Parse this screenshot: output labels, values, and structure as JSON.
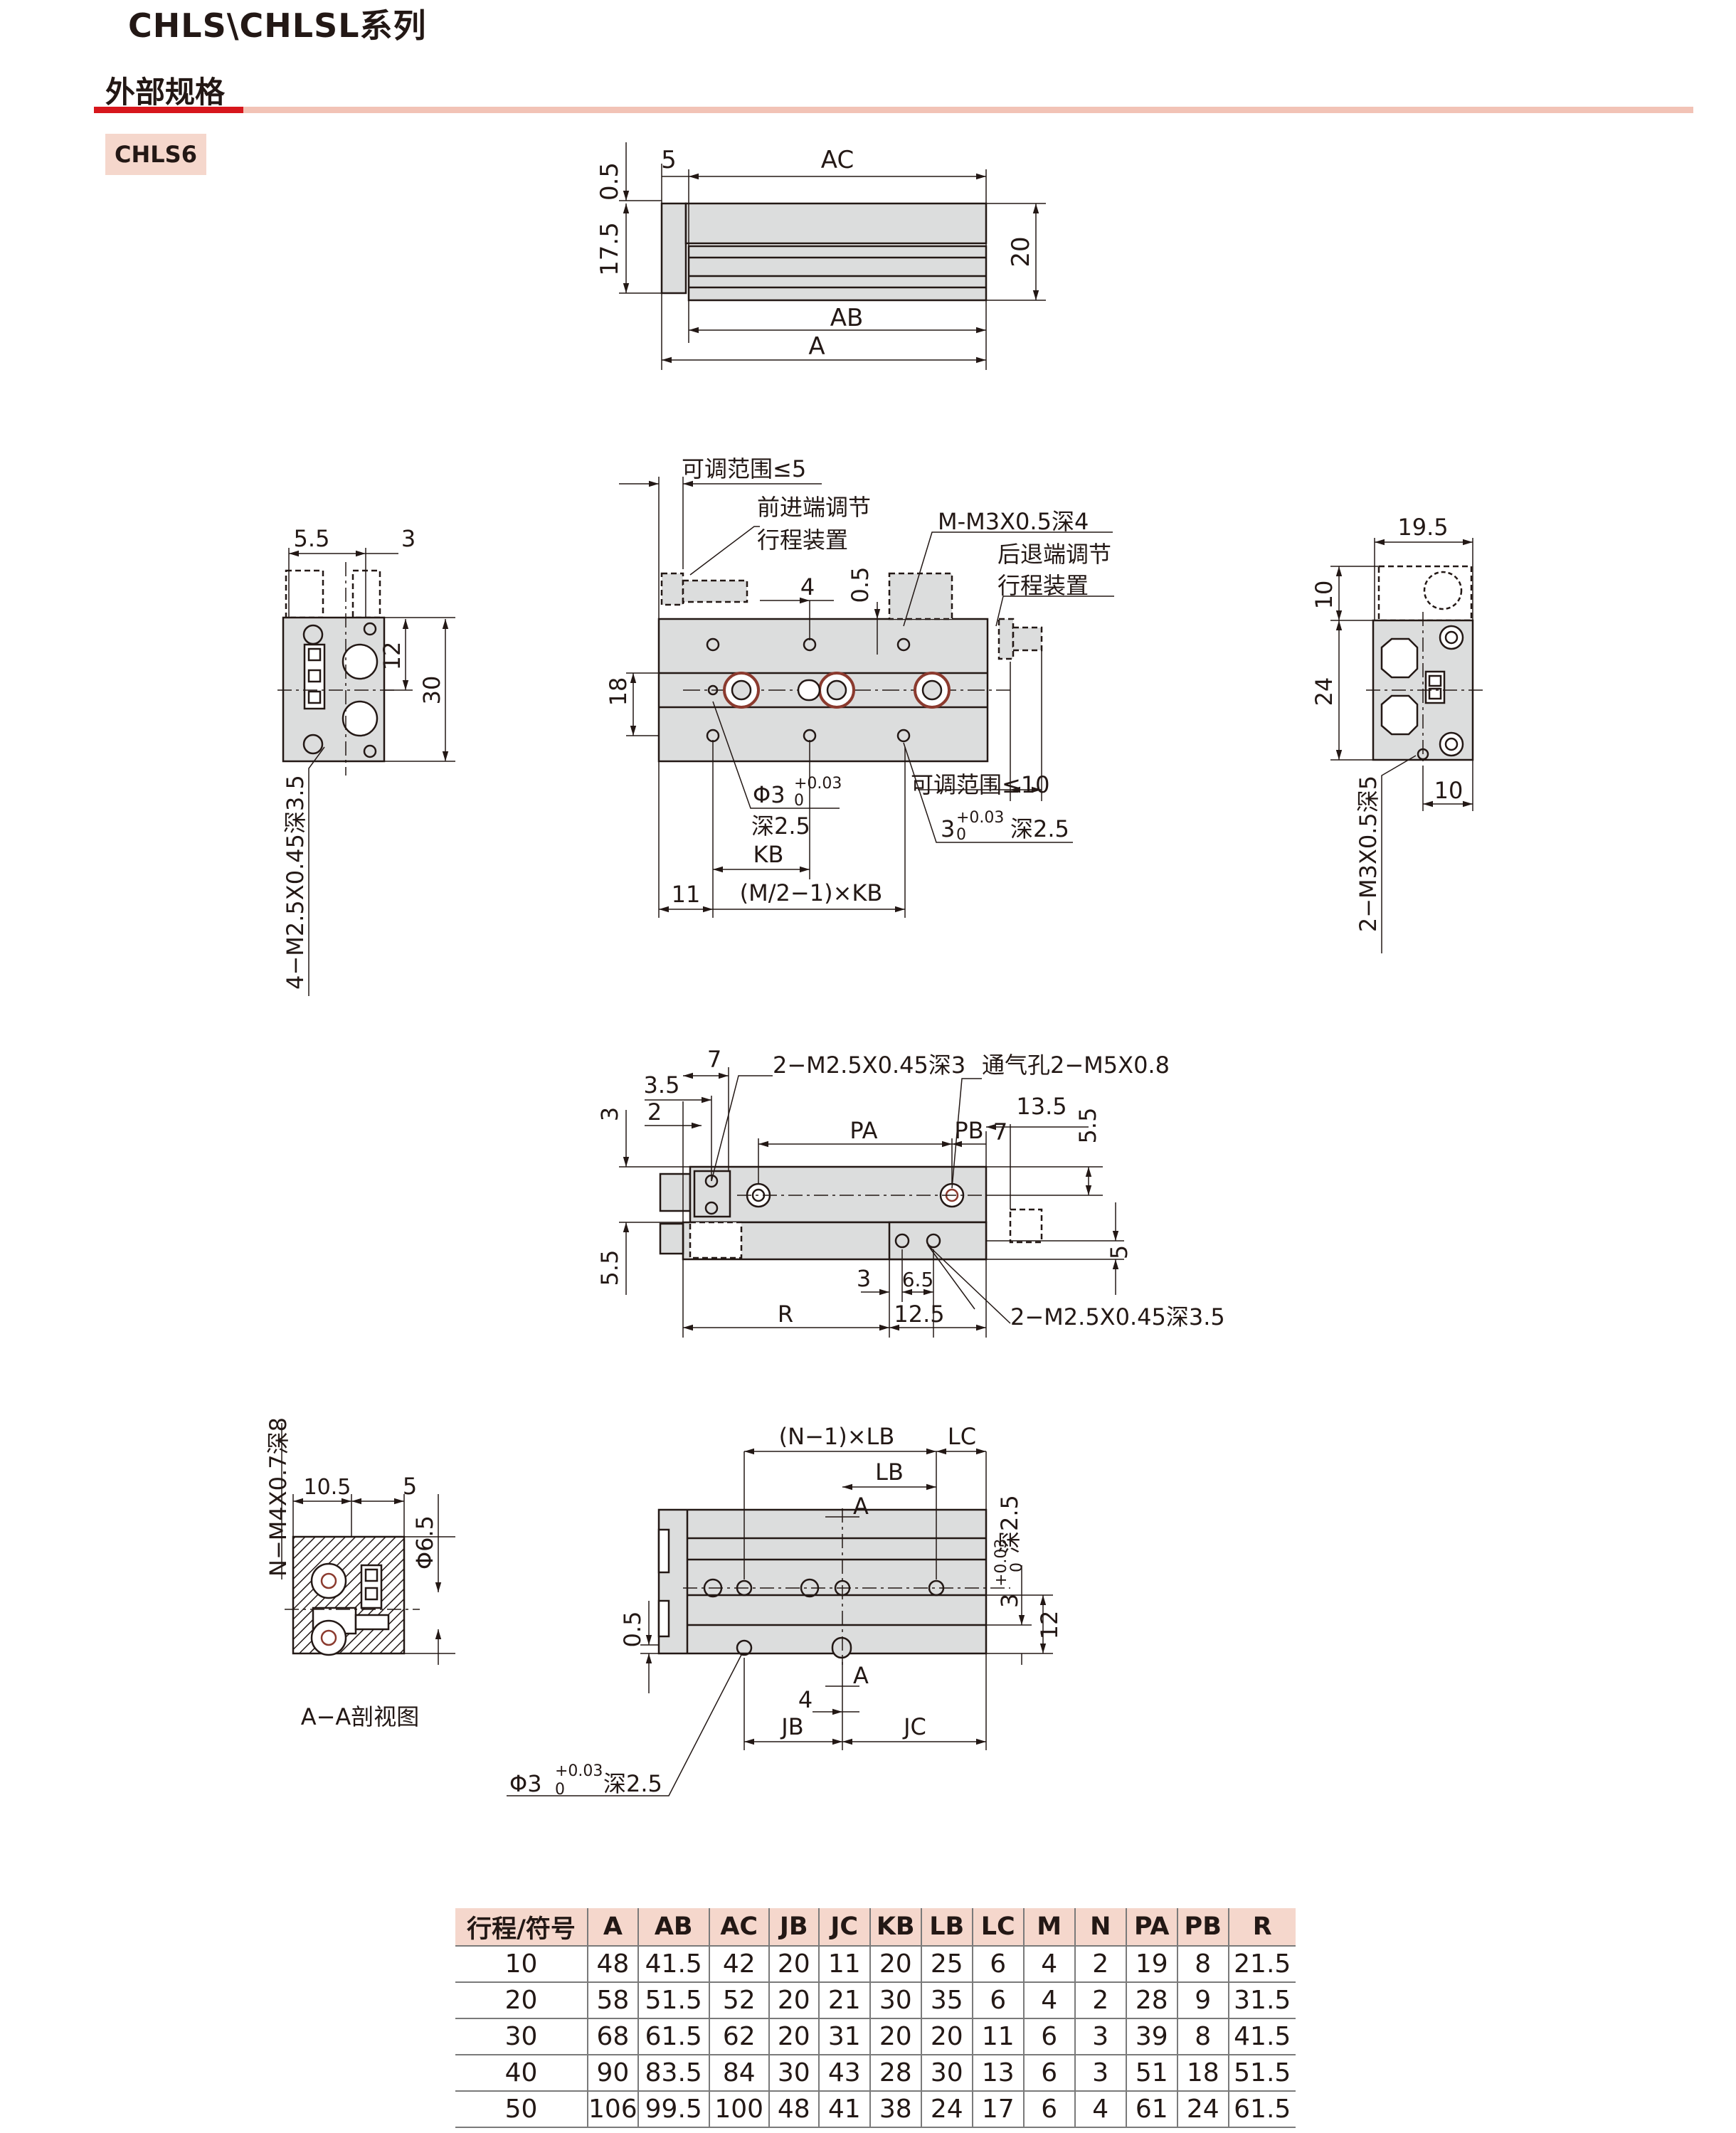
{
  "header": {
    "title": "CHLS\\CHLSL系列",
    "section": "外部规格",
    "model": "CHLS6"
  },
  "drawing": {
    "top_view": {
      "d05": "0.5",
      "d5": "5",
      "ac": "AC",
      "d175": "17.5",
      "d20": "20",
      "ab": "AB",
      "a": "A"
    },
    "front_view": {
      "adjust_range5": "可调范围≤5",
      "front_adjust_1": "前进端调节",
      "front_adjust_2": "行程装置",
      "thread_m": "M-M3X0.5深4",
      "rear_adjust_1": "后退端调节",
      "rear_adjust_2": "行程装置",
      "d4": "4",
      "d05": "0.5",
      "d18": "18",
      "phi3": "Φ3",
      "tol_up": "+0.03",
      "tol_zero": "0",
      "depth25": "深2.5",
      "adjust_range10": "可调范围≤10",
      "hole3": "3",
      "kb": "KB",
      "d11": "11",
      "m_kb": "(M/2−1)×KB"
    },
    "left_view": {
      "d55": "5.5",
      "d3": "3",
      "d12": "12",
      "d30": "30",
      "thread": "4−M2.5X0.45深3.5"
    },
    "right_view": {
      "d195": "19.5",
      "d10a": "10",
      "d24": "24",
      "d10b": "10",
      "thread": "2−M3X0.5深5"
    },
    "bottom_view": {
      "d7": "7",
      "d35": "3.5",
      "thread_top": "2−M2.5X0.45深3",
      "vent": "通气孔2−M5X0.8",
      "d3": "3",
      "d2": "2",
      "pa": "PA",
      "pb": "PB",
      "d7b": "7",
      "d135": "13.5",
      "d55r": "5.5",
      "d55l": "5.5",
      "d5": "5",
      "d3b": "3",
      "d65": "6.5",
      "r": "R",
      "d125": "12.5",
      "thread_bottom": "2−M2.5X0.45深3.5"
    },
    "section_view": {
      "thread": "N−M4X0.7深8",
      "d105": "10.5",
      "d5": "5",
      "phi65": "Φ6.5",
      "caption": "A−A剖视图"
    },
    "rail_view": {
      "n_lb": "(N−1)×LB",
      "lc": "LC",
      "lb": "LB",
      "a_top": "A",
      "d05": "0.5",
      "hole_3": "3",
      "depth25": "深2.5",
      "d12": "12",
      "d4": "4",
      "a_bottom": "A",
      "jb": "JB",
      "jc": "JC",
      "phi3": "Φ3",
      "tol_up": "+0.03",
      "tol_zero": "0"
    }
  },
  "table": {
    "headers": [
      "行程/符号",
      "A",
      "AB",
      "AC",
      "JB",
      "JC",
      "KB",
      "LB",
      "LC",
      "M",
      "N",
      "PA",
      "PB",
      "R"
    ],
    "rows": [
      [
        "10",
        "48",
        "41.5",
        "42",
        "20",
        "11",
        "20",
        "25",
        "6",
        "4",
        "2",
        "19",
        "8",
        "21.5"
      ],
      [
        "20",
        "58",
        "51.5",
        "52",
        "20",
        "21",
        "30",
        "35",
        "6",
        "4",
        "2",
        "28",
        "9",
        "31.5"
      ],
      [
        "30",
        "68",
        "61.5",
        "62",
        "20",
        "31",
        "20",
        "20",
        "11",
        "6",
        "3",
        "39",
        "8",
        "41.5"
      ],
      [
        "40",
        "90",
        "83.5",
        "84",
        "30",
        "43",
        "28",
        "30",
        "13",
        "6",
        "3",
        "51",
        "18",
        "51.5"
      ],
      [
        "50",
        "106",
        "99.5",
        "100",
        "48",
        "41",
        "38",
        "24",
        "17",
        "6",
        "4",
        "61",
        "24",
        "61.5"
      ]
    ]
  }
}
